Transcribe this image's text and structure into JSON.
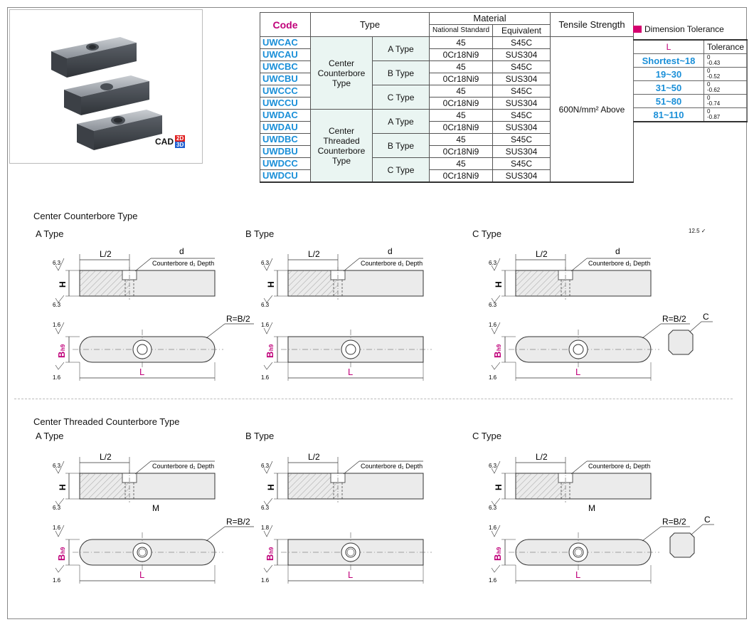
{
  "code_table": {
    "headers": {
      "code": "Code",
      "type": "Type",
      "material": "Material",
      "national": "National Standard",
      "equivalent": "Equivalent",
      "tensile": "Tensile Strength"
    },
    "group1_type": "Center Counterbore Type",
    "group2_type": "Center Threaded Counterbore Type",
    "tensile_value": "600N/mm² Above",
    "sub_types": [
      "A Type",
      "B Type",
      "C Type"
    ],
    "rows": [
      {
        "code": "UWCAC",
        "national": "45",
        "equivalent": "S45C"
      },
      {
        "code": "UWCAU",
        "national": "0Cr18Ni9",
        "equivalent": "SUS304"
      },
      {
        "code": "UWCBC",
        "national": "45",
        "equivalent": "S45C"
      },
      {
        "code": "UWCBU",
        "national": "0Cr18Ni9",
        "equivalent": "SUS304"
      },
      {
        "code": "UWCCC",
        "national": "45",
        "equivalent": "S45C"
      },
      {
        "code": "UWCCU",
        "national": "0Cr18Ni9",
        "equivalent": "SUS304"
      },
      {
        "code": "UWDAC",
        "national": "45",
        "equivalent": "S45C"
      },
      {
        "code": "UWDAU",
        "national": "0Cr18Ni9",
        "equivalent": "SUS304"
      },
      {
        "code": "UWDBC",
        "national": "45",
        "equivalent": "S45C"
      },
      {
        "code": "UWDBU",
        "national": "0Cr18Ni9",
        "equivalent": "SUS304"
      },
      {
        "code": "UWDCC",
        "national": "45",
        "equivalent": "S45C"
      },
      {
        "code": "UWDCU",
        "national": "0Cr18Ni9",
        "equivalent": "SUS304"
      }
    ]
  },
  "cad_badge": {
    "label": "CAD",
    "b2d": "2D",
    "b3d": "3D"
  },
  "tolerance": {
    "title": "Dimension Tolerance",
    "col_l": "L",
    "col_tol": "Tolerance",
    "rows": [
      {
        "range": "Shortest~18",
        "upper": "0",
        "lower": "-0.43"
      },
      {
        "range": "19~30",
        "upper": "0",
        "lower": "-0.52"
      },
      {
        "range": "31~50",
        "upper": "0",
        "lower": "-0.62"
      },
      {
        "range": "51~80",
        "upper": "0",
        "lower": "-0.74"
      },
      {
        "range": "81~110",
        "upper": "0",
        "lower": "-0.87"
      }
    ]
  },
  "sections": {
    "center": "Center Counterbore Type",
    "threaded": "Center Threaded Counterbore Type",
    "a_type": "A Type",
    "b_type": "B Type",
    "c_type": "C Type"
  },
  "labels": {
    "half_l": "L/2",
    "d": "d",
    "counterbore": "Counterbore d₁ Depth",
    "h": "H",
    "b": "B",
    "h9": "h9",
    "l": "L",
    "r": "R=B/2",
    "c": "C",
    "m": "M",
    "r63": "6.3",
    "r16": "1.6",
    "r18": "1.8",
    "r125": "12.5"
  },
  "colors": {
    "code": "#1a8fd8",
    "accent": "#c0007a",
    "cell_fill": "#eaf5f2"
  }
}
